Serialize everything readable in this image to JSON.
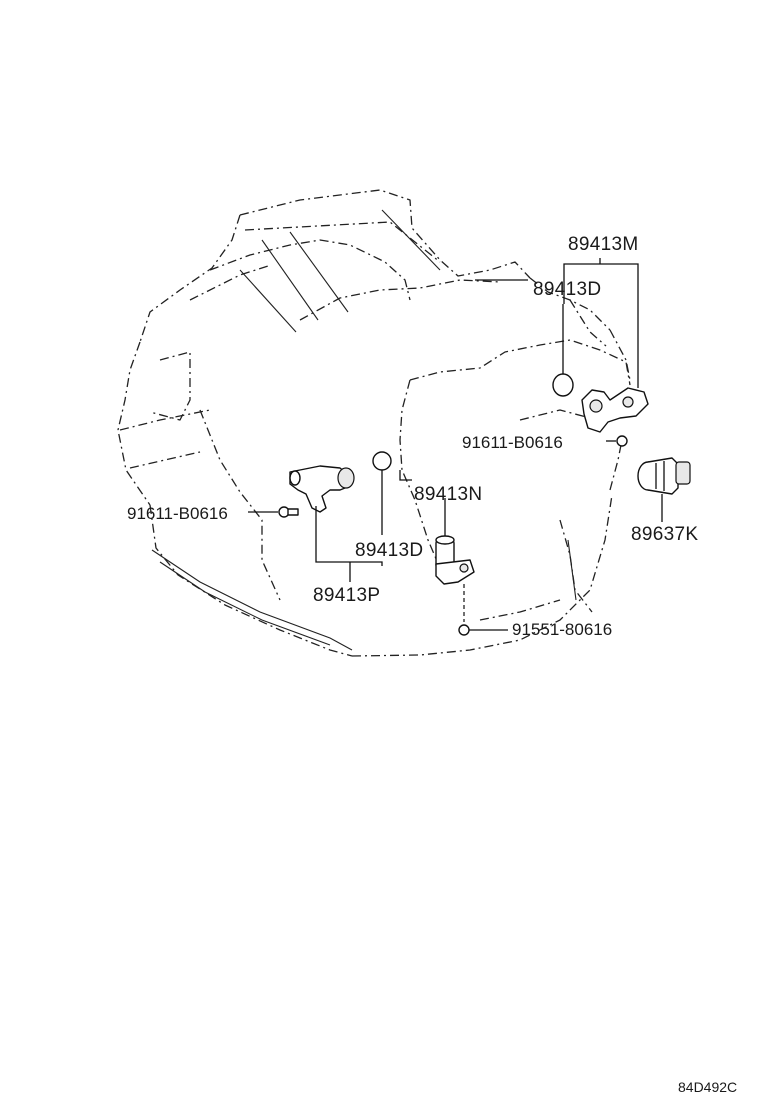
{
  "diagram": {
    "part_labels": {
      "p89413M": "89413M",
      "p89413D_top": "89413D",
      "p91611_right": "91611-B0616",
      "p89637K": "89637K",
      "p91611_left": "91611-B0616",
      "p89413N": "89413N",
      "p89413D_mid": "89413D",
      "p89413P": "89413P",
      "p91551": "91551-80616"
    },
    "figure_code": "84D492C"
  }
}
